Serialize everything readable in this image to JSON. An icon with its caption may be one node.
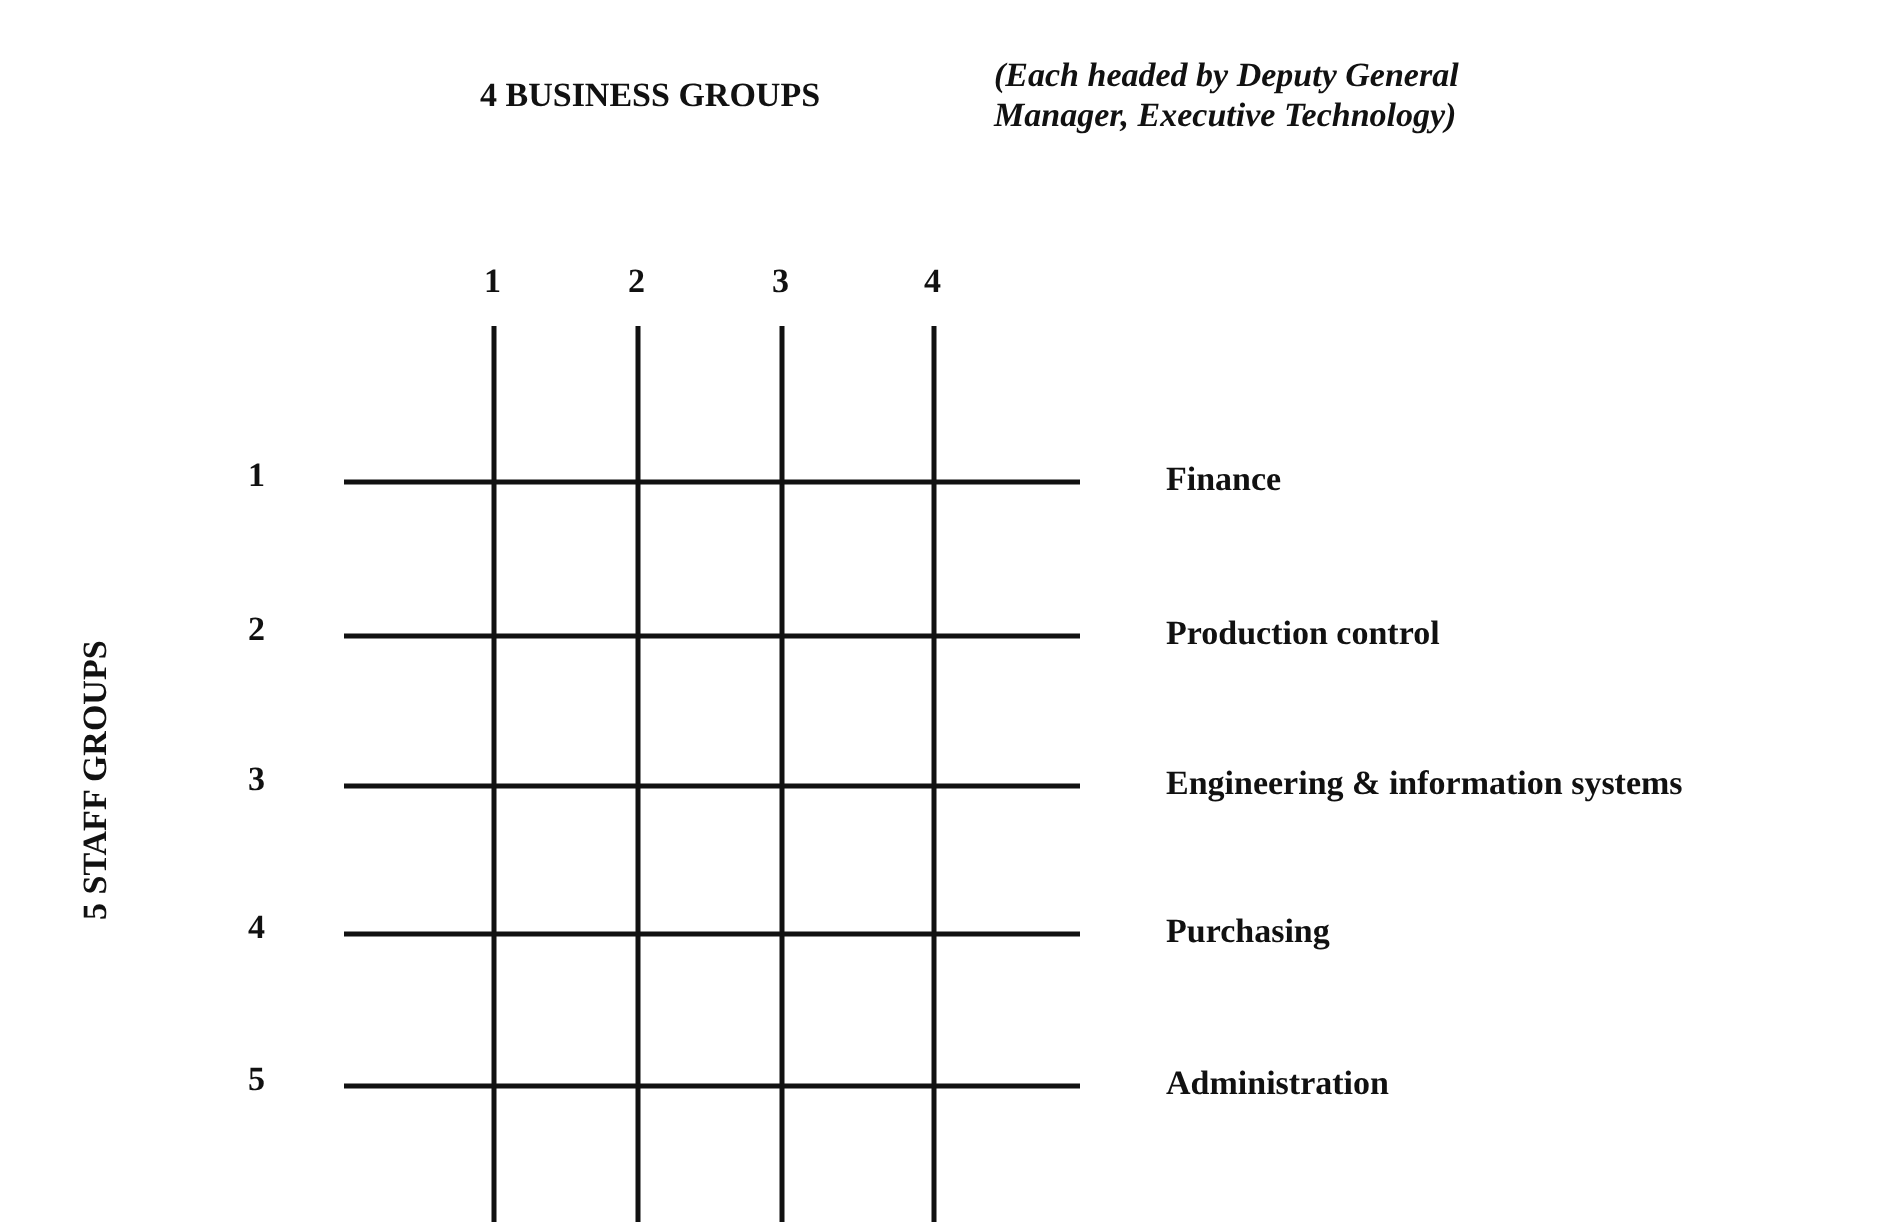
{
  "diagram": {
    "labels": [
      "4 BUSINESS GROUPS",
      "(Each headed by Deputy General Manager, Executive Technology)",
      "1",
      "2",
      "3",
      "4",
      "5 STAFF GROUPS",
      "1",
      "Finance",
      "2",
      "Production control",
      "3",
      "Engineering & information systems",
      "4",
      "Purchasing",
      "5",
      "Administration"
    ]
  }
}
